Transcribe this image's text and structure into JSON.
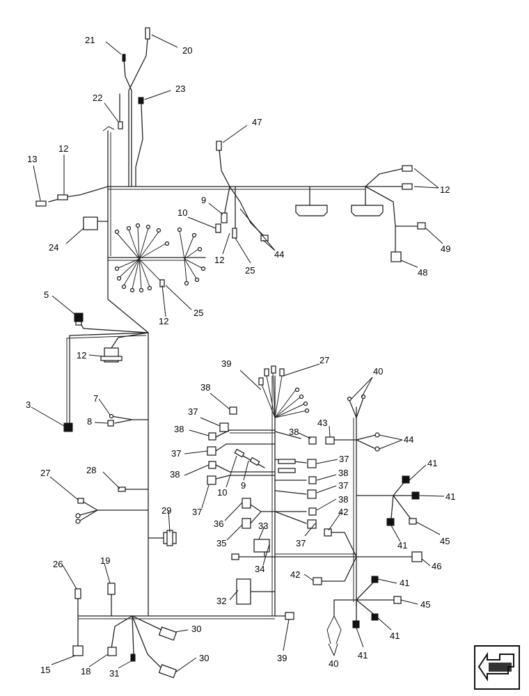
{
  "callouts": [
    {
      "id": "l21",
      "text": "21"
    },
    {
      "id": "l20",
      "text": "20"
    },
    {
      "id": "l22",
      "text": "22"
    },
    {
      "id": "l23",
      "text": "23"
    },
    {
      "id": "l47",
      "text": "47"
    },
    {
      "id": "l13",
      "text": "13"
    },
    {
      "id": "l12a",
      "text": "12"
    },
    {
      "id": "l12b",
      "text": "12"
    },
    {
      "id": "l9a",
      "text": "9"
    },
    {
      "id": "l10a",
      "text": "10"
    },
    {
      "id": "l24",
      "text": "24"
    },
    {
      "id": "l12c",
      "text": "12"
    },
    {
      "id": "l25a",
      "text": "25"
    },
    {
      "id": "l44a",
      "text": "44"
    },
    {
      "id": "l49",
      "text": "49"
    },
    {
      "id": "l48",
      "text": "48"
    },
    {
      "id": "l5",
      "text": "5"
    },
    {
      "id": "l12d",
      "text": "12"
    },
    {
      "id": "l25b",
      "text": "25"
    },
    {
      "id": "l12e",
      "text": "12"
    },
    {
      "id": "l3",
      "text": "3"
    },
    {
      "id": "l39a",
      "text": "39"
    },
    {
      "id": "l27a",
      "text": "27"
    },
    {
      "id": "l40a",
      "text": "40"
    },
    {
      "id": "l38a",
      "text": "38"
    },
    {
      "id": "l7",
      "text": "7"
    },
    {
      "id": "l37a",
      "text": "37"
    },
    {
      "id": "l8",
      "text": "8"
    },
    {
      "id": "l43",
      "text": "43"
    },
    {
      "id": "l44b",
      "text": "44"
    },
    {
      "id": "l38b",
      "text": "38"
    },
    {
      "id": "l38c",
      "text": "38"
    },
    {
      "id": "l37b",
      "text": "37"
    },
    {
      "id": "l37c",
      "text": "37"
    },
    {
      "id": "l38d",
      "text": "38"
    },
    {
      "id": "l38e",
      "text": "38"
    },
    {
      "id": "l9b",
      "text": "9"
    },
    {
      "id": "l10b",
      "text": "10"
    },
    {
      "id": "l37d",
      "text": "37"
    },
    {
      "id": "l37e",
      "text": "37"
    },
    {
      "id": "l41a",
      "text": "41"
    },
    {
      "id": "l28",
      "text": "28"
    },
    {
      "id": "l27b",
      "text": "27"
    },
    {
      "id": "l41b",
      "text": "41"
    },
    {
      "id": "l38f",
      "text": "38"
    },
    {
      "id": "l42a",
      "text": "42"
    },
    {
      "id": "l36",
      "text": "36"
    },
    {
      "id": "l33",
      "text": "33"
    },
    {
      "id": "l29",
      "text": "29"
    },
    {
      "id": "l45a",
      "text": "45"
    },
    {
      "id": "l41c",
      "text": "41"
    },
    {
      "id": "l35",
      "text": "35"
    },
    {
      "id": "l37f",
      "text": "37"
    },
    {
      "id": "l46",
      "text": "46"
    },
    {
      "id": "l34",
      "text": "34"
    },
    {
      "id": "l26",
      "text": "26"
    },
    {
      "id": "l19",
      "text": "19"
    },
    {
      "id": "l42b",
      "text": "42"
    },
    {
      "id": "l41d",
      "text": "41"
    },
    {
      "id": "l32",
      "text": "32"
    },
    {
      "id": "l45b",
      "text": "45"
    },
    {
      "id": "l30a",
      "text": "30"
    },
    {
      "id": "l41e",
      "text": "41"
    },
    {
      "id": "l39b",
      "text": "39"
    },
    {
      "id": "l41f",
      "text": "41"
    },
    {
      "id": "l15",
      "text": "15"
    },
    {
      "id": "l18",
      "text": "18"
    },
    {
      "id": "l31",
      "text": "31"
    },
    {
      "id": "l30b",
      "text": "30"
    },
    {
      "id": "l40b",
      "text": "40"
    }
  ],
  "icons": {
    "nav": "previous-page-arrow-icon"
  }
}
